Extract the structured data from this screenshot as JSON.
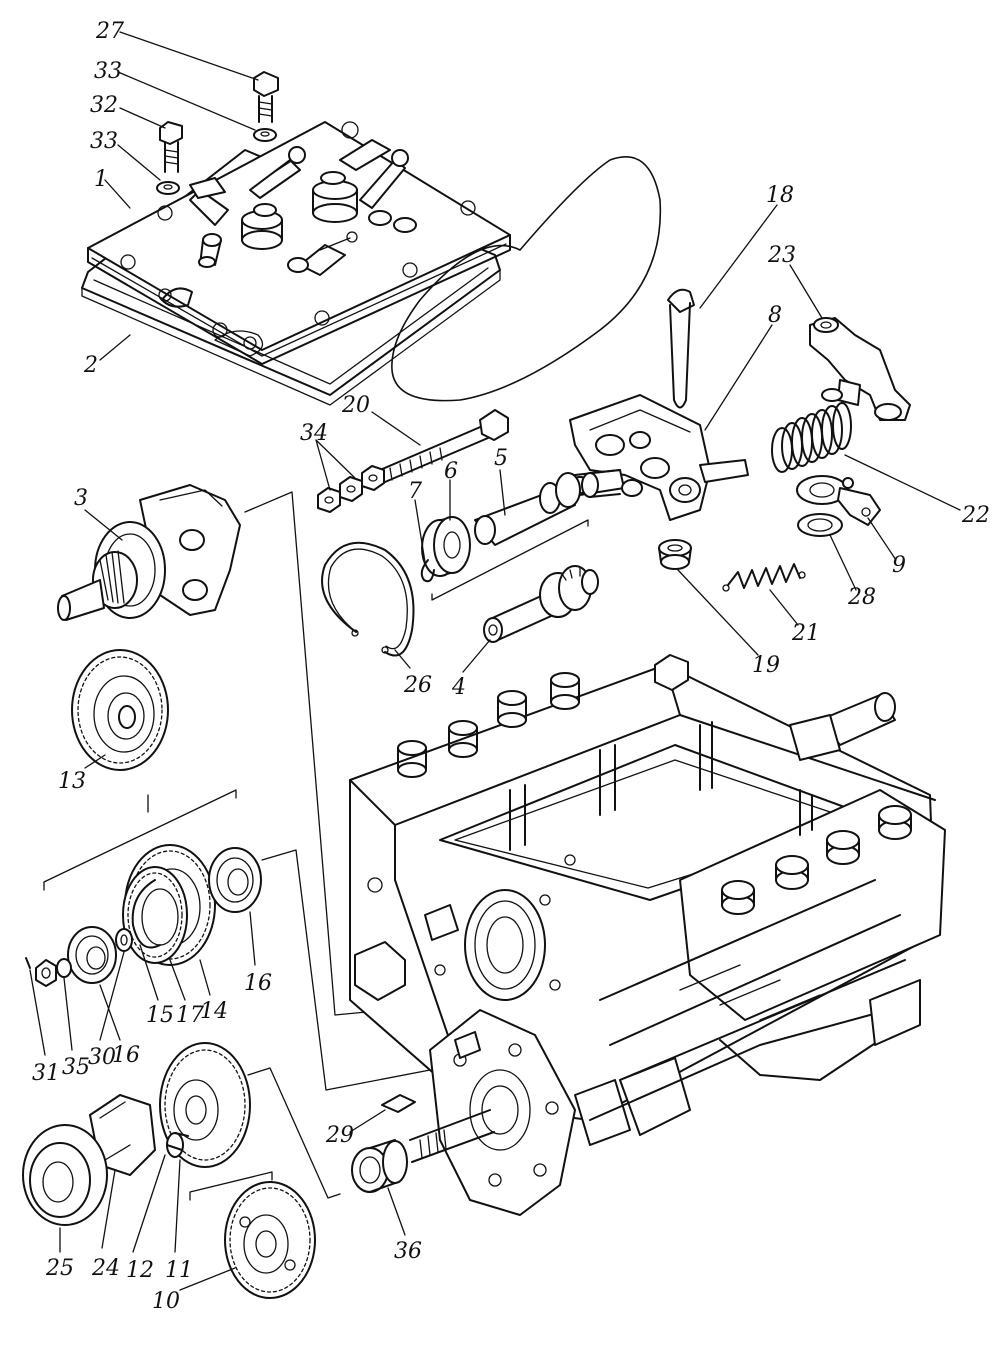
{
  "diagram": {
    "labels": [
      {
        "id": "27",
        "text": "27"
      },
      {
        "id": "33a",
        "text": "33"
      },
      {
        "id": "32",
        "text": "32"
      },
      {
        "id": "33b",
        "text": "33"
      },
      {
        "id": "1",
        "text": "1"
      },
      {
        "id": "2",
        "text": "2"
      },
      {
        "id": "18",
        "text": "18"
      },
      {
        "id": "23",
        "text": "23"
      },
      {
        "id": "8",
        "text": "8"
      },
      {
        "id": "20",
        "text": "20"
      },
      {
        "id": "34",
        "text": "34"
      },
      {
        "id": "5",
        "text": "5"
      },
      {
        "id": "6",
        "text": "6"
      },
      {
        "id": "7",
        "text": "7"
      },
      {
        "id": "3",
        "text": "3"
      },
      {
        "id": "22",
        "text": "22"
      },
      {
        "id": "9",
        "text": "9"
      },
      {
        "id": "28",
        "text": "28"
      },
      {
        "id": "21",
        "text": "21"
      },
      {
        "id": "19",
        "text": "19"
      },
      {
        "id": "4",
        "text": "4"
      },
      {
        "id": "26",
        "text": "26"
      },
      {
        "id": "13",
        "text": "13"
      },
      {
        "id": "16a",
        "text": "16"
      },
      {
        "id": "14",
        "text": "14"
      },
      {
        "id": "17",
        "text": "17"
      },
      {
        "id": "15",
        "text": "15"
      },
      {
        "id": "16b",
        "text": "16"
      },
      {
        "id": "30",
        "text": "30"
      },
      {
        "id": "35",
        "text": "35"
      },
      {
        "id": "31",
        "text": "31"
      },
      {
        "id": "29",
        "text": "29"
      },
      {
        "id": "36",
        "text": "36"
      },
      {
        "id": "25",
        "text": "25"
      },
      {
        "id": "24",
        "text": "24"
      },
      {
        "id": "12",
        "text": "12"
      },
      {
        "id": "11",
        "text": "11"
      },
      {
        "id": "10",
        "text": "10"
      }
    ]
  }
}
